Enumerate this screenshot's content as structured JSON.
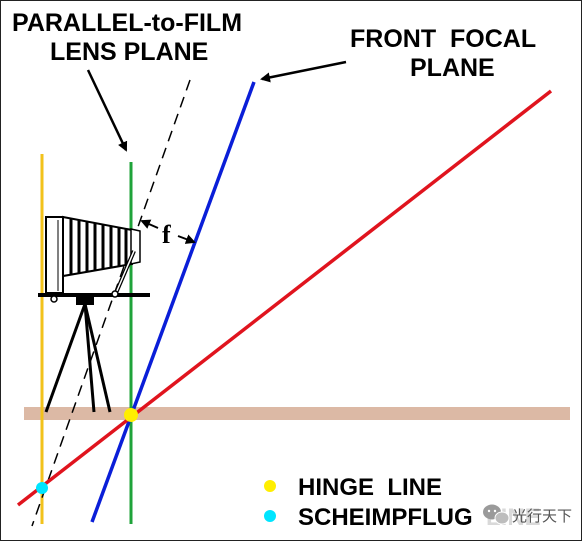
{
  "labels": {
    "lens_plane_line1": "PARALLEL-to-FILM",
    "lens_plane_line2": "LENS PLANE",
    "front_focal_line1": "FRONT  FOCAL",
    "front_focal_line2": "PLANE",
    "focal_length_symbol": "f"
  },
  "legend": [
    {
      "label": "HINGE  LINE",
      "color": "#ffee00"
    },
    {
      "label": "SCHEIMPFLUG  LINE",
      "color": "#00e5ff"
    }
  ],
  "watermark": {
    "text": "光行天下",
    "icon": "wechat-icon"
  },
  "colors": {
    "film_plane": "#f2c21b",
    "lens_plane": "#1fa33a",
    "front_focal_plane": "#0a1ed8",
    "plane_of_focus": "#e0141e",
    "ground": "#dcb9a5",
    "hinge_point": "#ffee00",
    "scheimpflug_point": "#00e5ff"
  },
  "icons": {
    "camera": "view-camera-icon",
    "tripod": "tripod-icon"
  }
}
